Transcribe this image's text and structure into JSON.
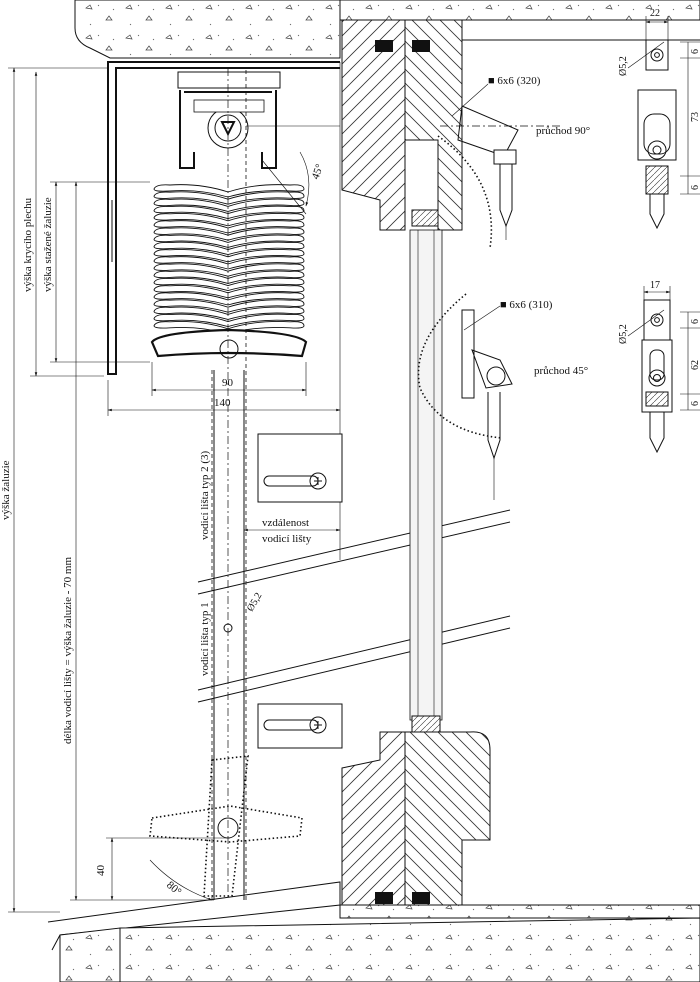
{
  "labels": {
    "vyska_kryciho": "výška krycího plechu",
    "vyska_stazene": "výška stažené žaluzie",
    "vyska_zaluzie": "výška žaluzie",
    "delka_vodici": "délka vodicí lišty = výška žaluzie - 70 mm",
    "vodici_typ23": "vodicí lišta typ 2 (3)",
    "vodici_typ1": "vodicí lišta typ 1",
    "vzdalenost_1": "vzdálenost",
    "vzdalenost_2": "vodicí lišty",
    "pruchod90": "průchod 90°",
    "pruchod45": "průchod 45°",
    "profil320": "■ 6x6 (320)",
    "profil310": "■ 6x6 (310)"
  },
  "dimensions": {
    "d90": "90",
    "d140": "140",
    "d40": "40",
    "a45": "45°",
    "a80": "80°",
    "dia_main": "Ø5,2",
    "top22": "22",
    "top_dia": "Ø5,2",
    "top6a": "6",
    "top73": "73",
    "top6b": "6",
    "mid17": "17",
    "mid_dia": "Ø5,2",
    "mid6a": "6",
    "mid62": "62",
    "mid6b": "6"
  }
}
